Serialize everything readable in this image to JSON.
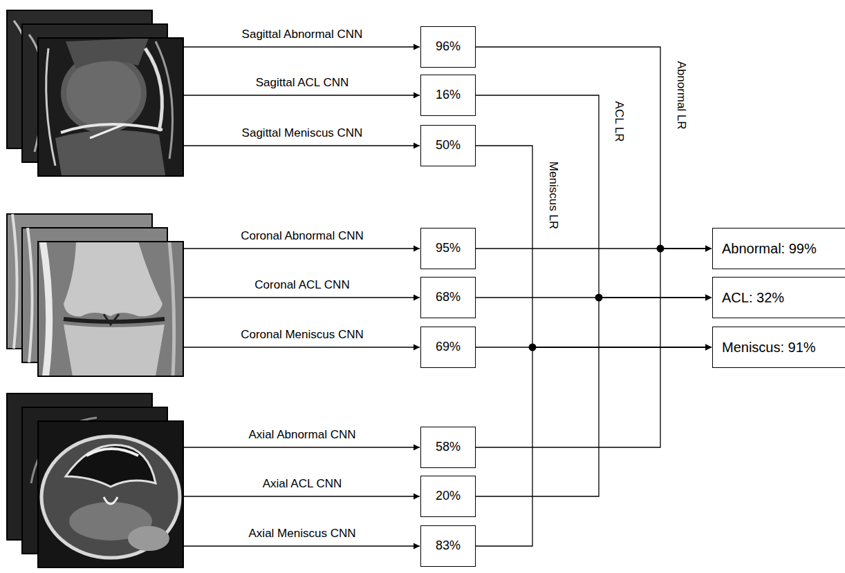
{
  "diagram": {
    "nodes": [
      {
        "text": [
          "96%"
        ]
      },
      {
        "text": [
          "16%"
        ]
      },
      {
        "text": [
          "50%"
        ]
      },
      {
        "text": [
          "95%"
        ]
      },
      {
        "text": [
          "68%"
        ]
      },
      {
        "text": [
          "69%"
        ]
      },
      {
        "text": [
          "58%"
        ]
      },
      {
        "text": [
          "20%"
        ]
      },
      {
        "text": [
          "83%"
        ]
      },
      {
        "text": [
          "Abnormal: 99%"
        ]
      },
      {
        "text": [
          "ACL: 32%"
        ]
      },
      {
        "text": [
          "Meniscus: 91%"
        ]
      }
    ],
    "edges": [
      {
        "from": 0,
        "to": 9,
        "arrow": "to"
      },
      {
        "from": 3,
        "to": 9,
        "arrow": "to"
      },
      {
        "from": 6,
        "to": 9,
        "arrow": "to"
      },
      {
        "from": 1,
        "to": 10,
        "arrow": "to"
      },
      {
        "from": 4,
        "to": 10,
        "arrow": "to"
      },
      {
        "from": 7,
        "to": 10,
        "arrow": "to"
      },
      {
        "from": 2,
        "to": 11,
        "arrow": "to"
      },
      {
        "from": 5,
        "to": 11,
        "arrow": "to"
      },
      {
        "from": 8,
        "to": 11,
        "arrow": "to"
      }
    ],
    "labels": [
      "Sagittal Abnormal CNN",
      "Sagittal ACL CNN",
      "Sagittal Meniscus CNN",
      "Coronal Abnormal CNN",
      "Coronal ACL CNN",
      "Coronal Meniscus CNN",
      "Axial Abnormal CNN",
      "Axial ACL CNN",
      "Axial Meniscus CNN",
      "Abnormal LR",
      "ACL LR",
      "Meniscus LR"
    ]
  }
}
